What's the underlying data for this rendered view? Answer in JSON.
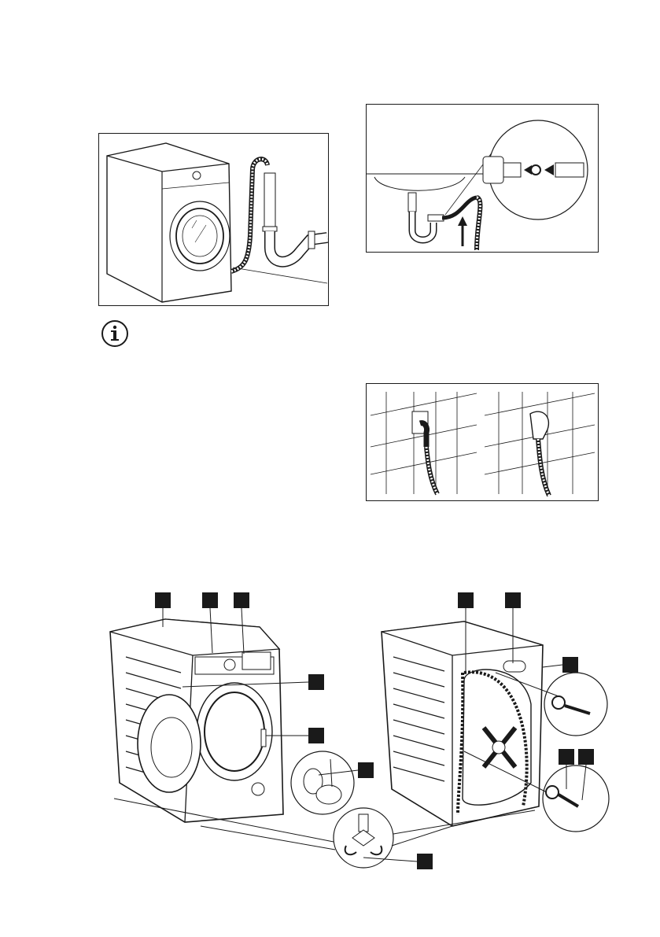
{
  "page": {
    "figures": [
      {
        "id": "standpipe",
        "icon": "washing-machine-drain-standpipe-illustration"
      },
      {
        "id": "sink",
        "icon": "sink-drain-connection-illustration"
      },
      {
        "id": "wall",
        "icon": "wall-drain-hose-illustration"
      },
      {
        "id": "parts",
        "icon": "washing-machine-transport-bolts-illustration"
      }
    ],
    "info_icon": "info-icon",
    "callouts_count": 11
  },
  "colors": {
    "line": "#1a1a1a",
    "fill_light": "#f2f2f2",
    "fill_mid": "#d9d9d9"
  }
}
